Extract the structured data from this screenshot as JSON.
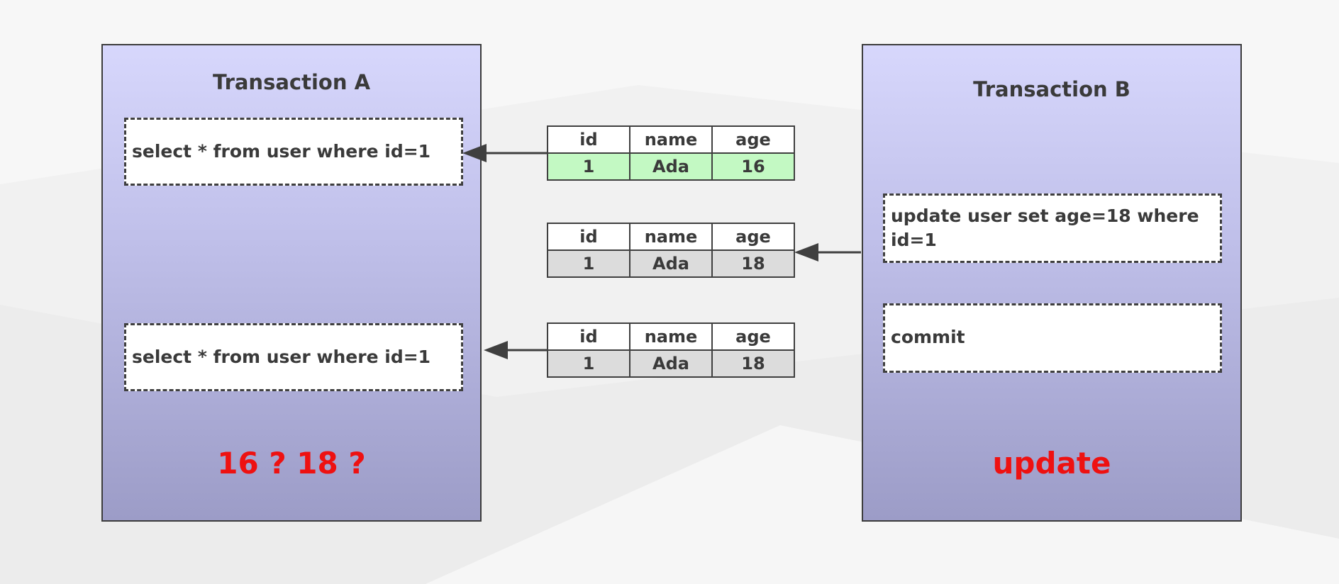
{
  "transaction_a": {
    "title": "Transaction A",
    "statements": [
      "select * from user where id=1",
      "select * from user where id=1"
    ],
    "verdict": "16 ? 18 ?"
  },
  "transaction_b": {
    "title": "Transaction B",
    "statements": [
      "update user set age=18 where id=1",
      "commit"
    ],
    "verdict": "update"
  },
  "tables": [
    {
      "headers": [
        "id",
        "name",
        "age"
      ],
      "row": [
        "1",
        "Ada",
        "16"
      ],
      "row_color": "#c3f9c3"
    },
    {
      "headers": [
        "id",
        "name",
        "age"
      ],
      "row": [
        "1",
        "Ada",
        "18"
      ],
      "row_color": "#dcdcdc"
    },
    {
      "headers": [
        "id",
        "name",
        "age"
      ],
      "row": [
        "1",
        "Ada",
        "18"
      ],
      "row_color": "#dcdcdc"
    }
  ],
  "colors": {
    "verdict": "#ee1111",
    "border": "#3c3c3c"
  }
}
